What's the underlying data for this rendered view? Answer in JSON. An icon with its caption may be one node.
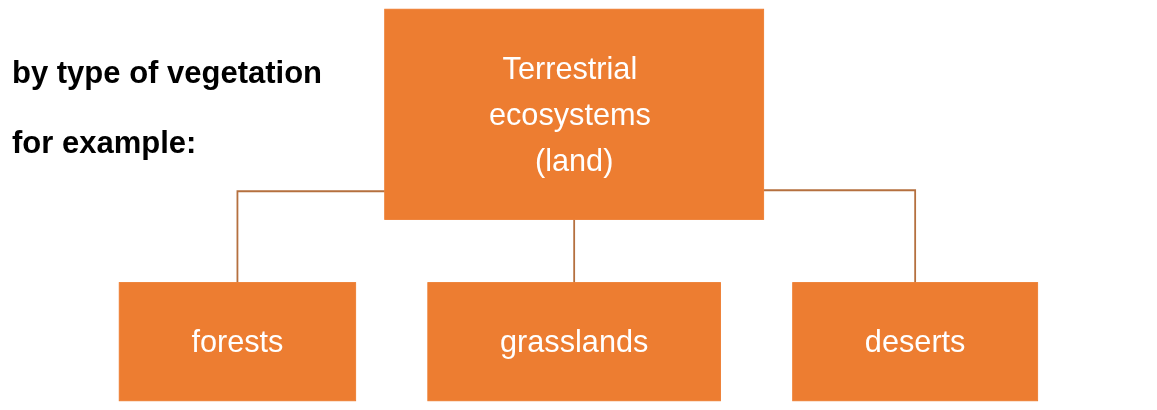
{
  "diagram": {
    "nodes": [
      {
        "text": [
          "Terrestrial ecosystems (land)"
        ]
      },
      {
        "text": [
          "forests"
        ]
      },
      {
        "text": [
          "grasslands"
        ]
      },
      {
        "text": [
          "deserts"
        ]
      }
    ],
    "edges": [
      {
        "from": 0,
        "to": 1,
        "arrow": "none"
      },
      {
        "from": 0,
        "to": 2,
        "arrow": "none"
      },
      {
        "from": 0,
        "to": 3,
        "arrow": "none"
      }
    ],
    "labels": [
      "by type of vegetation",
      "for example:"
    ]
  }
}
